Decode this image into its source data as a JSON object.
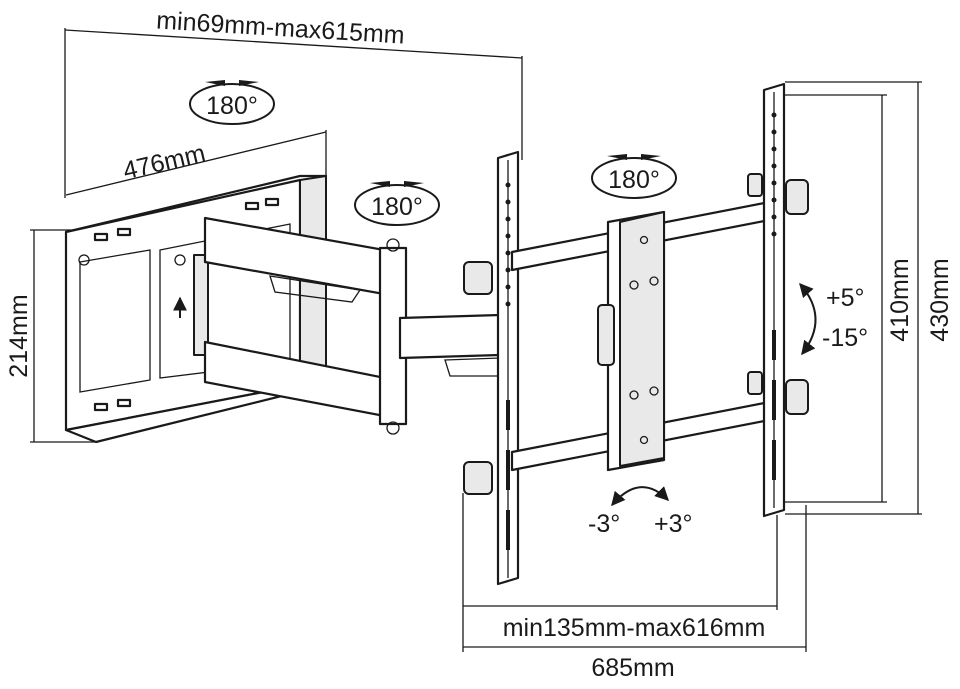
{
  "dimensions": {
    "wall_extension": "min69mm-max615mm",
    "wall_plate_width": "476mm",
    "wall_plate_height": "214mm",
    "vesa_horizontal": "min135mm-max616mm",
    "overall_width": "685mm",
    "vesa_vertical": "410mm",
    "overall_height": "430mm"
  },
  "rotations": {
    "wall_swivel": "180°",
    "arm_swivel": "180°",
    "head_swivel": "180°",
    "tilt_up": "+5°",
    "tilt_down": "-15°",
    "level_minus": "-3°",
    "level_plus": "+3°"
  },
  "colors": {
    "line": "#1a1a1a",
    "fill": "#ffffff",
    "shade": "#e9e9e9"
  }
}
